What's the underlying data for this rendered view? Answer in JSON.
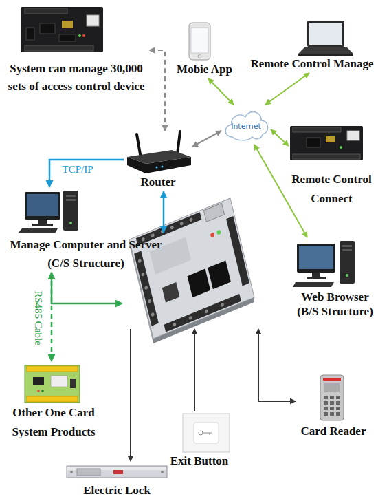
{
  "diagram": {
    "nodes": [
      {
        "text": [
          "System can manage 30,000 sets of access control device"
        ]
      },
      {
        "text": [
          "Mobie App"
        ]
      },
      {
        "text": [
          "Remote Control Manage"
        ]
      },
      {
        "text": [
          "Internet"
        ]
      },
      {
        "text": [
          "Router"
        ]
      },
      {
        "text": [
          "Remote Control Connect"
        ]
      },
      {
        "text": [
          "Manage Computer and Server (C/S Structure)"
        ]
      },
      {
        "text": []
      },
      {
        "text": [
          "Web Browser (B/S Structure)"
        ]
      },
      {
        "text": [
          "Other One Card System Products"
        ]
      },
      {
        "text": [
          "Card Reader"
        ]
      },
      {
        "text": [
          "Exit Button"
        ]
      },
      {
        "text": [
          "Electric Lock"
        ]
      }
    ],
    "edges": [
      {
        "from": 1,
        "to": 3,
        "arrow": "both"
      },
      {
        "from": 2,
        "to": 3,
        "arrow": "both"
      },
      {
        "from": 3,
        "to": 5,
        "arrow": "both"
      },
      {
        "from": 3,
        "to": 8,
        "arrow": "both"
      },
      {
        "from": 3,
        "to": 4,
        "arrow": "both"
      },
      {
        "from": 4,
        "to": 0,
        "arrow": "both"
      },
      {
        "from": 4,
        "to": 6,
        "arrow": "to",
        "label": "TCP/IP"
      },
      {
        "from": 4,
        "to": 7,
        "arrow": "both"
      },
      {
        "from": 6,
        "to": 7,
        "arrow": "both"
      },
      {
        "from": 6,
        "to": 9,
        "arrow": "both",
        "label": "RS485 Cable"
      },
      {
        "from": 7,
        "to": 12,
        "arrow": "to"
      },
      {
        "from": 11,
        "to": 7,
        "arrow": "to"
      },
      {
        "from": 7,
        "to": 10,
        "arrow": "both"
      }
    ]
  }
}
